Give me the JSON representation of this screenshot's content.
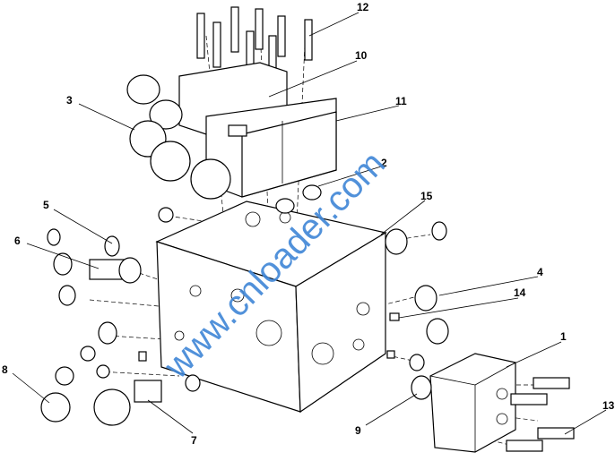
{
  "diagram": {
    "callouts": [
      "12",
      "10",
      "3",
      "11",
      "2",
      "15",
      "5",
      "6",
      "4",
      "14",
      "1",
      "8",
      "13",
      "7",
      "9"
    ],
    "watermark": "www.cnloader.com"
  }
}
